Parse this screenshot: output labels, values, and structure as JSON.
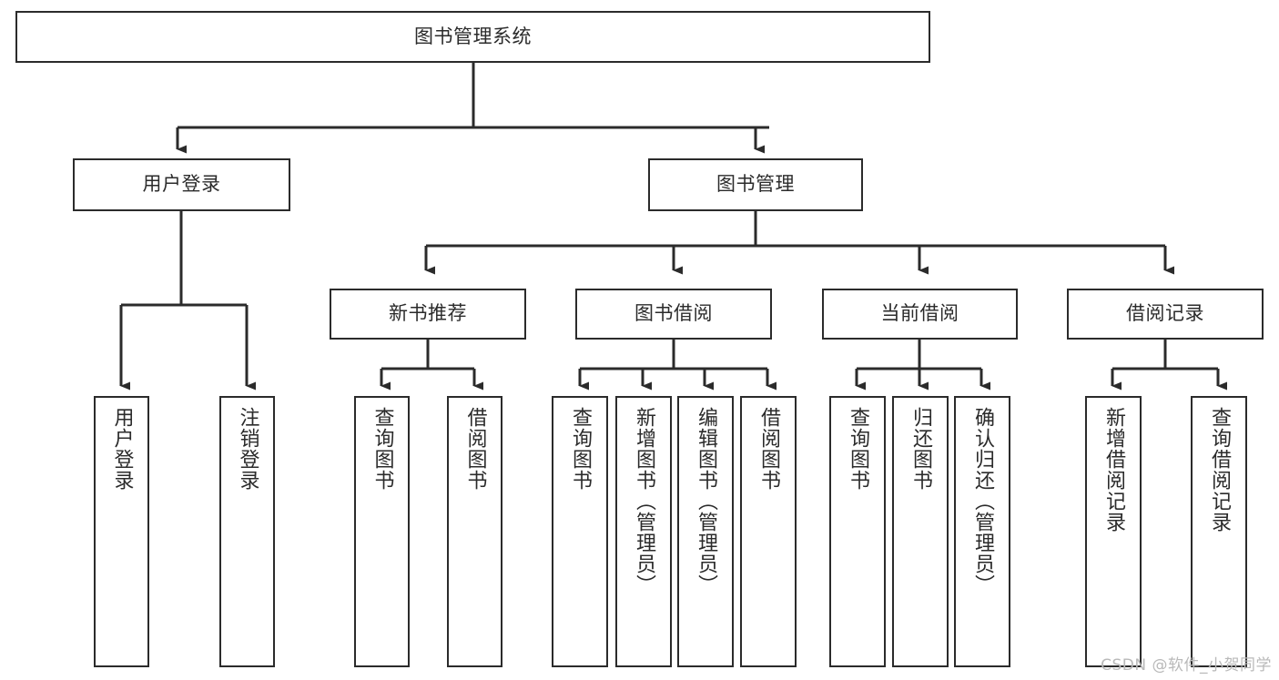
{
  "diagram": {
    "title": "图书管理系统",
    "type": "hierarchy-tree",
    "theme": {
      "background": "#ffffff",
      "stroke": "#2b2b2b",
      "text": "#2b2b2b",
      "watermark": "#b9b9b9"
    },
    "root": {
      "label": "图书管理系统"
    },
    "level2": [
      {
        "label": "用户登录"
      },
      {
        "label": "图书管理"
      }
    ],
    "level3": [
      {
        "label": "新书推荐"
      },
      {
        "label": "图书借阅"
      },
      {
        "label": "当前借阅"
      },
      {
        "label": "借阅记录"
      }
    ],
    "leaves": {
      "user_login": [
        {
          "label": "用户登录"
        },
        {
          "label": "注销登录"
        }
      ],
      "new_book_recommend": [
        {
          "label": "查询图书"
        },
        {
          "label": "借阅图书"
        }
      ],
      "book_borrow": [
        {
          "label": "查询图书"
        },
        {
          "label": "新增图书（管理员）"
        },
        {
          "label": "编辑图书（管理员）"
        },
        {
          "label": "借阅图书"
        }
      ],
      "current_borrow": [
        {
          "label": "查询图书"
        },
        {
          "label": "归还图书"
        },
        {
          "label": "确认归还（管理员）"
        }
      ],
      "borrow_records": [
        {
          "label": "新增借阅记录"
        },
        {
          "label": "查询借阅记录"
        }
      ]
    }
  },
  "watermark": {
    "text": "CSDN @软件_小贺同学"
  }
}
